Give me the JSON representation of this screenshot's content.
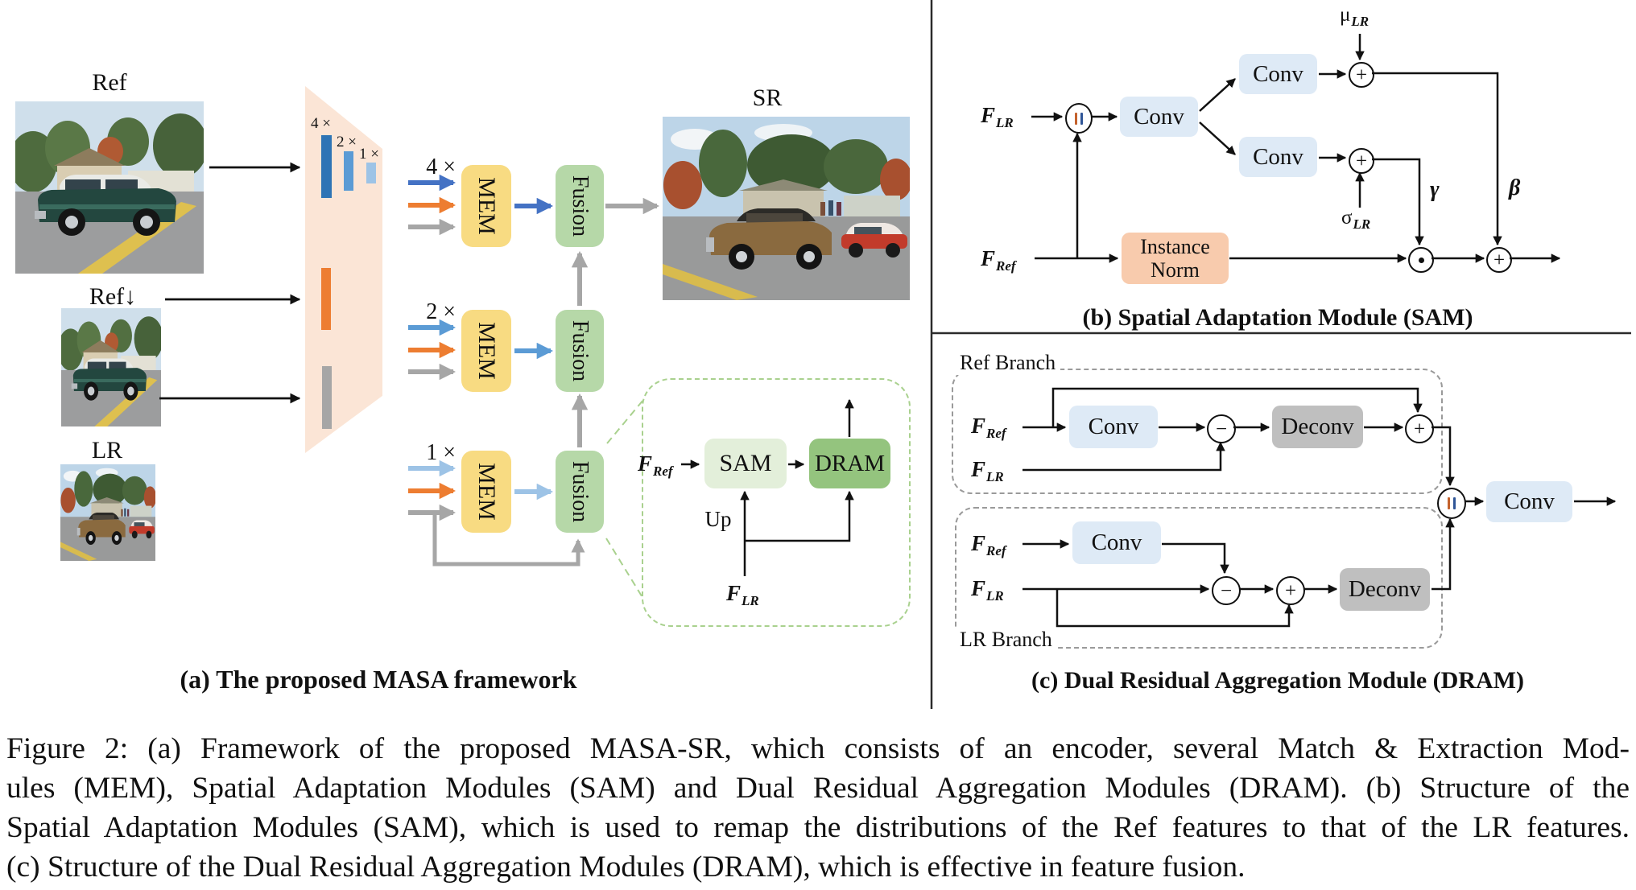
{
  "colors": {
    "mem": "#F8DB82",
    "fusion": "#B6D8A8",
    "conv": "#DEEAF6",
    "deconv": "#BFBFBF",
    "instance_norm": "#F8CBAD",
    "sam": "#E3EFDA",
    "dram": "#94C47E",
    "encoder": "#FBE5D6",
    "scale4_blue": "#2E74B5",
    "scale2_blue": "#5B9BD5",
    "scale1_blue": "#9DC3E6",
    "ref_feature_orange": "#ED7D31",
    "lr_feature_gray": "#A6A6A6"
  },
  "panel_a": {
    "caption": "(a) The proposed MASA framework",
    "ref_label": "Ref",
    "ref_down_label": "Ref↓",
    "lr_label": "LR",
    "sr_label": "SR",
    "bar_labels": [
      "4 ×",
      "2 ×",
      "1 ×"
    ],
    "row_labels": [
      "4 ×",
      "2 ×",
      "1 ×"
    ],
    "mem_label": "MEM",
    "fusion_label": "Fusion",
    "callout": {
      "f_ref_base": "F",
      "f_ref_sub": "Ref",
      "sam_label": "SAM",
      "dram_label": "DRAM",
      "up_label": "Up",
      "f_lr_base": "F",
      "f_lr_sub": "LR"
    }
  },
  "panel_b": {
    "caption": "(b) Spatial Adaptation Module (SAM)",
    "f_lr_base": "F",
    "f_lr_sub": "LR",
    "f_ref_base": "F",
    "f_ref_sub": "Ref",
    "concat": "||",
    "conv_in": "Conv",
    "conv_top": "Conv",
    "conv_bottom": "Conv",
    "instance_norm_line1": "Instance",
    "instance_norm_line2": "Norm",
    "mu_base": "μ",
    "mu_sub": "LR",
    "sigma_base": "σ",
    "sigma_sub": "LR",
    "gamma": "γ",
    "beta": "β",
    "plus_top": "+",
    "plus_bottom": "+",
    "dot": "·",
    "plus_out": "+"
  },
  "panel_c": {
    "caption": "(c) Dual Residual Aggregation Module (DRAM)",
    "ref_branch_label": "Ref Branch",
    "lr_branch_label": "LR Branch",
    "f_ref_base": "F",
    "f_ref_sub": "Ref",
    "f_lr_base": "F",
    "f_lr_sub": "LR",
    "conv_ref": "Conv",
    "deconv_ref": "Deconv",
    "conv_lr": "Conv",
    "deconv_lr": "Deconv",
    "conv_out": "Conv",
    "minus_ref": "−",
    "plus_ref": "+",
    "minus_lr": "−",
    "plus_lr": "+",
    "concat": "||"
  },
  "figure_caption": {
    "lines": [
      "Figure 2:  (a) Framework of the proposed MASA-SR, which consists of an encoder, several Match & Extraction Mod-",
      "ules (MEM), Spatial Adaptation Modules (SAM) and Dual Residual Aggregation Modules (DRAM). (b) Structure of the",
      "Spatial Adaptation Modules (SAM), which is used to remap the distributions of the Ref features to that of the LR features.",
      "(c) Structure of the Dual Residual Aggregation Modules (DRAM), which is effective in feature fusion."
    ]
  }
}
